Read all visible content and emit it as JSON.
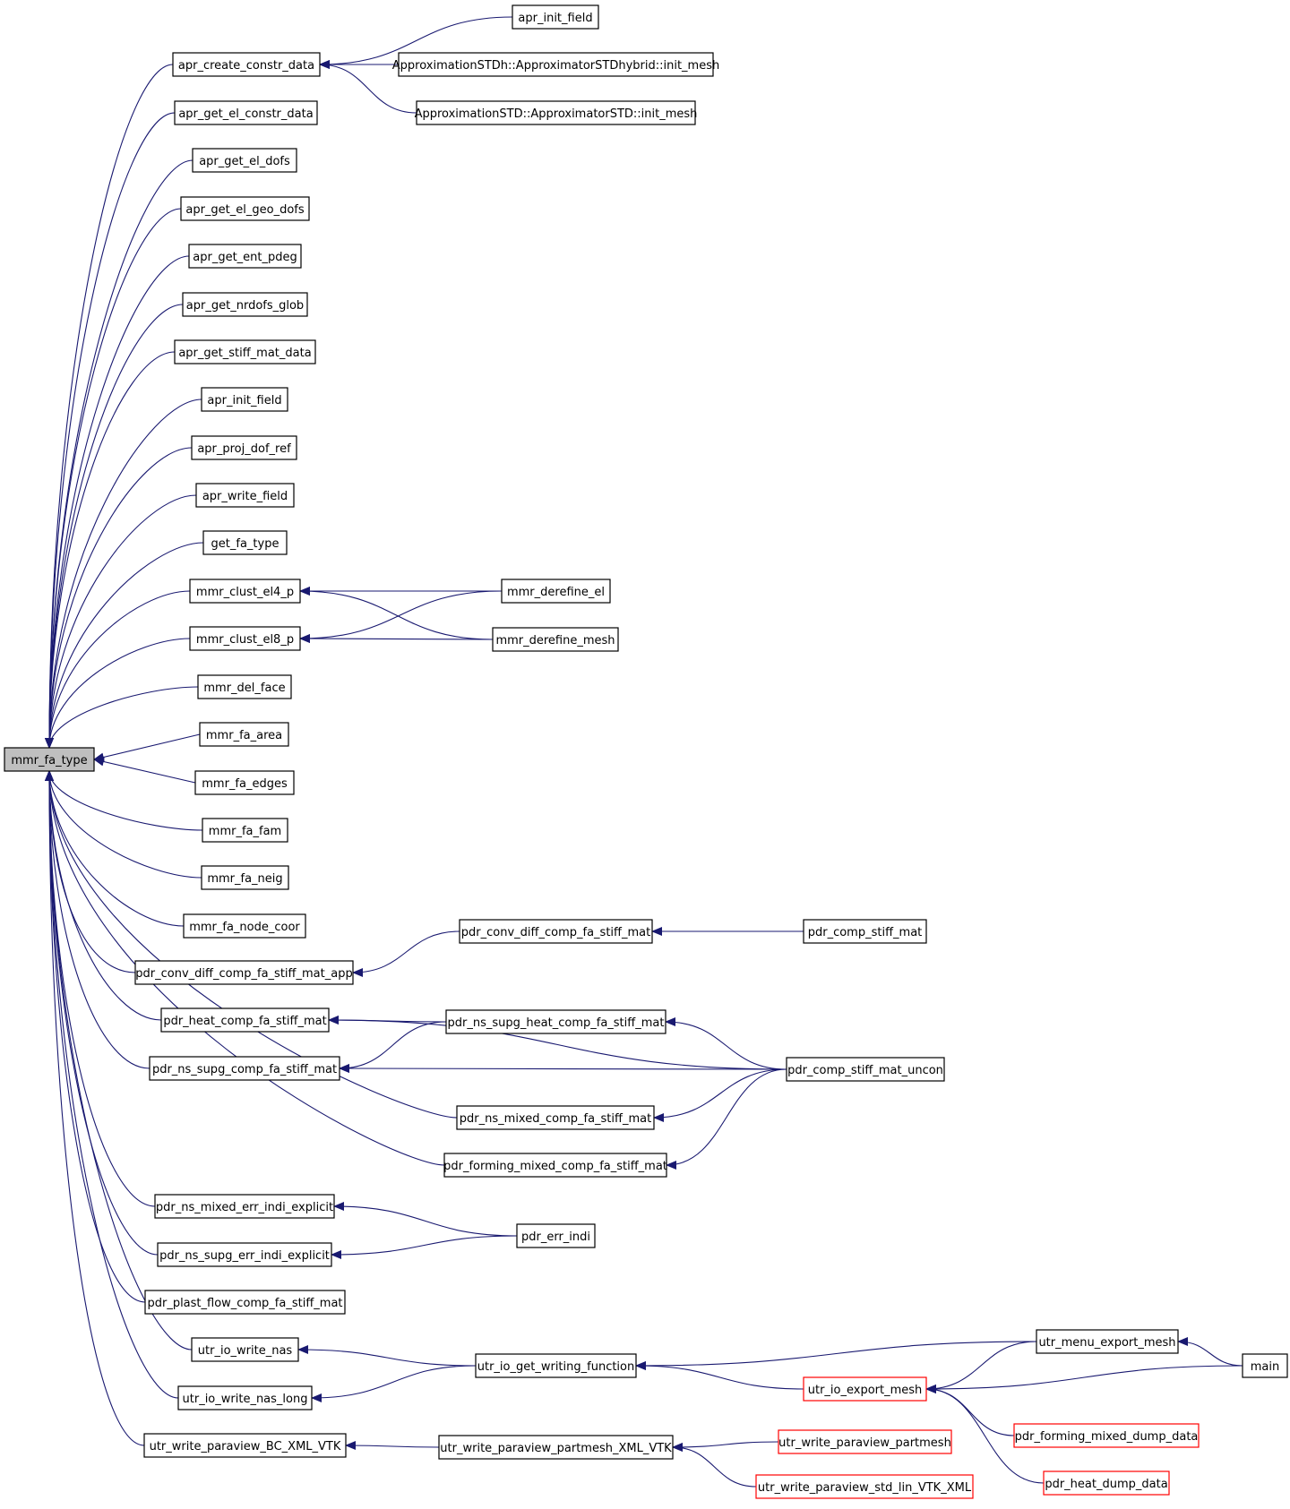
{
  "graph": {
    "root": "mmr_fa_type",
    "colors": {
      "edge": "#191970",
      "node_border": "#000000",
      "node_border_truncated": "#ff0000",
      "root_fill": "#bfbfbf",
      "node_fill": "#ffffff"
    },
    "nodes": [
      {
        "id": "mmr_fa_type",
        "label": "mmr_fa_type",
        "root": true
      },
      {
        "id": "apr_create_constr_data",
        "label": "apr_create_constr_data"
      },
      {
        "id": "apr_get_el_constr_data",
        "label": "apr_get_el_constr_data"
      },
      {
        "id": "apr_get_el_dofs",
        "label": "apr_get_el_dofs"
      },
      {
        "id": "apr_get_el_geo_dofs",
        "label": "apr_get_el_geo_dofs"
      },
      {
        "id": "apr_get_ent_pdeg",
        "label": "apr_get_ent_pdeg"
      },
      {
        "id": "apr_get_nrdofs_glob",
        "label": "apr_get_nrdofs_glob"
      },
      {
        "id": "apr_get_stiff_mat_data",
        "label": "apr_get_stiff_mat_data"
      },
      {
        "id": "apr_init_field",
        "label": "apr_init_field"
      },
      {
        "id": "apr_proj_dof_ref",
        "label": "apr_proj_dof_ref"
      },
      {
        "id": "apr_write_field",
        "label": "apr_write_field"
      },
      {
        "id": "get_fa_type",
        "label": "get_fa_type"
      },
      {
        "id": "mmr_clust_el4_p",
        "label": "mmr_clust_el4_p"
      },
      {
        "id": "mmr_clust_el8_p",
        "label": "mmr_clust_el8_p"
      },
      {
        "id": "mmr_del_face",
        "label": "mmr_del_face"
      },
      {
        "id": "mmr_fa_area",
        "label": "mmr_fa_area"
      },
      {
        "id": "mmr_fa_edges",
        "label": "mmr_fa_edges"
      },
      {
        "id": "mmr_fa_fam",
        "label": "mmr_fa_fam"
      },
      {
        "id": "mmr_fa_neig",
        "label": "mmr_fa_neig"
      },
      {
        "id": "mmr_fa_node_coor",
        "label": "mmr_fa_node_coor"
      },
      {
        "id": "pdr_conv_diff_comp_fa_stiff_mat_app",
        "label": "pdr_conv_diff_comp_fa_stiff_mat_app"
      },
      {
        "id": "pdr_heat_comp_fa_stiff_mat",
        "label": "pdr_heat_comp_fa_stiff_mat"
      },
      {
        "id": "pdr_ns_supg_comp_fa_stiff_mat",
        "label": "pdr_ns_supg_comp_fa_stiff_mat"
      },
      {
        "id": "pdr_ns_mixed_err_indi_explicit",
        "label": "pdr_ns_mixed_err_indi_explicit"
      },
      {
        "id": "pdr_ns_supg_err_indi_explicit",
        "label": "pdr_ns_supg_err_indi_explicit"
      },
      {
        "id": "pdr_plast_flow_comp_fa_stiff_mat",
        "label": "pdr_plast_flow_comp_fa_stiff_mat"
      },
      {
        "id": "utr_io_write_nas",
        "label": "utr_io_write_nas"
      },
      {
        "id": "utr_io_write_nas_long",
        "label": "utr_io_write_nas_long"
      },
      {
        "id": "utr_write_paraview_BC_XML_VTK",
        "label": "utr_write_paraview_BC_XML_VTK"
      },
      {
        "id": "apr_init_field_2",
        "label": "apr_init_field"
      },
      {
        "id": "ApproxSTDh_init_mesh",
        "label": "ApproximationSTDh::ApproximatorSTDhybrid::init_mesh"
      },
      {
        "id": "ApproxSTD_init_mesh",
        "label": "ApproximationSTD::ApproximatorSTD::init_mesh"
      },
      {
        "id": "mmr_derefine_el",
        "label": "mmr_derefine_el"
      },
      {
        "id": "mmr_derefine_mesh",
        "label": "mmr_derefine_mesh"
      },
      {
        "id": "pdr_conv_diff_comp_fa_stiff_mat",
        "label": "pdr_conv_diff_comp_fa_stiff_mat"
      },
      {
        "id": "pdr_ns_supg_heat_comp_fa_stiff_mat",
        "label": "pdr_ns_supg_heat_comp_fa_stiff_mat"
      },
      {
        "id": "pdr_ns_mixed_comp_fa_stiff_mat",
        "label": "pdr_ns_mixed_comp_fa_stiff_mat"
      },
      {
        "id": "pdr_forming_mixed_comp_fa_stiff_mat",
        "label": "pdr_forming_mixed_comp_fa_stiff_mat"
      },
      {
        "id": "pdr_err_indi",
        "label": "pdr_err_indi"
      },
      {
        "id": "utr_io_get_writing_function",
        "label": "utr_io_get_writing_function"
      },
      {
        "id": "utr_write_paraview_partmesh_XML_VTK",
        "label": "utr_write_paraview_partmesh_XML_VTK"
      },
      {
        "id": "pdr_comp_stiff_mat",
        "label": "pdr_comp_stiff_mat"
      },
      {
        "id": "pdr_comp_stiff_mat_uncon",
        "label": "pdr_comp_stiff_mat_uncon"
      },
      {
        "id": "utr_menu_export_mesh",
        "label": "utr_menu_export_mesh"
      },
      {
        "id": "utr_io_export_mesh",
        "label": "utr_io_export_mesh",
        "truncated": true
      },
      {
        "id": "utr_write_paraview_partmesh",
        "label": "utr_write_paraview_partmesh",
        "truncated": true
      },
      {
        "id": "utr_write_paraview_std_lin_VTK_XML",
        "label": "utr_write_paraview_std_lin_VTK_XML",
        "truncated": true
      },
      {
        "id": "main",
        "label": "main"
      },
      {
        "id": "pdr_forming_mixed_dump_data",
        "label": "pdr_forming_mixed_dump_data",
        "truncated": true
      },
      {
        "id": "pdr_heat_dump_data",
        "label": "pdr_heat_dump_data",
        "truncated": true
      }
    ],
    "edges": [
      {
        "from": "apr_create_constr_data",
        "to": "mmr_fa_type"
      },
      {
        "from": "apr_get_el_constr_data",
        "to": "mmr_fa_type"
      },
      {
        "from": "apr_get_el_dofs",
        "to": "mmr_fa_type"
      },
      {
        "from": "apr_get_el_geo_dofs",
        "to": "mmr_fa_type"
      },
      {
        "from": "apr_get_ent_pdeg",
        "to": "mmr_fa_type"
      },
      {
        "from": "apr_get_nrdofs_glob",
        "to": "mmr_fa_type"
      },
      {
        "from": "apr_get_stiff_mat_data",
        "to": "mmr_fa_type"
      },
      {
        "from": "apr_init_field",
        "to": "mmr_fa_type"
      },
      {
        "from": "apr_proj_dof_ref",
        "to": "mmr_fa_type"
      },
      {
        "from": "apr_write_field",
        "to": "mmr_fa_type"
      },
      {
        "from": "get_fa_type",
        "to": "mmr_fa_type"
      },
      {
        "from": "mmr_clust_el4_p",
        "to": "mmr_fa_type"
      },
      {
        "from": "mmr_clust_el8_p",
        "to": "mmr_fa_type"
      },
      {
        "from": "mmr_del_face",
        "to": "mmr_fa_type"
      },
      {
        "from": "mmr_fa_area",
        "to": "mmr_fa_type"
      },
      {
        "from": "mmr_fa_edges",
        "to": "mmr_fa_type"
      },
      {
        "from": "mmr_fa_fam",
        "to": "mmr_fa_type"
      },
      {
        "from": "mmr_fa_neig",
        "to": "mmr_fa_type"
      },
      {
        "from": "mmr_fa_node_coor",
        "to": "mmr_fa_type"
      },
      {
        "from": "pdr_conv_diff_comp_fa_stiff_mat_app",
        "to": "mmr_fa_type"
      },
      {
        "from": "pdr_heat_comp_fa_stiff_mat",
        "to": "mmr_fa_type"
      },
      {
        "from": "pdr_ns_supg_comp_fa_stiff_mat",
        "to": "mmr_fa_type"
      },
      {
        "from": "pdr_ns_mixed_comp_fa_stiff_mat",
        "to": "mmr_fa_type"
      },
      {
        "from": "pdr_forming_mixed_comp_fa_stiff_mat",
        "to": "mmr_fa_type"
      },
      {
        "from": "pdr_ns_mixed_err_indi_explicit",
        "to": "mmr_fa_type"
      },
      {
        "from": "pdr_ns_supg_err_indi_explicit",
        "to": "mmr_fa_type"
      },
      {
        "from": "pdr_plast_flow_comp_fa_stiff_mat",
        "to": "mmr_fa_type"
      },
      {
        "from": "utr_io_write_nas",
        "to": "mmr_fa_type"
      },
      {
        "from": "utr_io_write_nas_long",
        "to": "mmr_fa_type"
      },
      {
        "from": "utr_write_paraview_BC_XML_VTK",
        "to": "mmr_fa_type"
      },
      {
        "from": "apr_init_field_2",
        "to": "apr_create_constr_data"
      },
      {
        "from": "ApproxSTDh_init_mesh",
        "to": "apr_create_constr_data"
      },
      {
        "from": "ApproxSTD_init_mesh",
        "to": "apr_create_constr_data"
      },
      {
        "from": "mmr_derefine_el",
        "to": "mmr_clust_el4_p"
      },
      {
        "from": "mmr_derefine_mesh",
        "to": "mmr_clust_el4_p"
      },
      {
        "from": "mmr_derefine_el",
        "to": "mmr_clust_el8_p"
      },
      {
        "from": "mmr_derefine_mesh",
        "to": "mmr_clust_el8_p"
      },
      {
        "from": "pdr_conv_diff_comp_fa_stiff_mat",
        "to": "pdr_conv_diff_comp_fa_stiff_mat_app"
      },
      {
        "from": "pdr_comp_stiff_mat",
        "to": "pdr_conv_diff_comp_fa_stiff_mat"
      },
      {
        "from": "pdr_comp_stiff_mat_uncon",
        "to": "pdr_heat_comp_fa_stiff_mat"
      },
      {
        "from": "pdr_ns_supg_heat_comp_fa_stiff_mat",
        "to": "pdr_heat_comp_fa_stiff_mat"
      },
      {
        "from": "pdr_comp_stiff_mat_uncon",
        "to": "pdr_ns_supg_heat_comp_fa_stiff_mat"
      },
      {
        "from": "pdr_ns_supg_heat_comp_fa_stiff_mat",
        "to": "pdr_ns_supg_comp_fa_stiff_mat"
      },
      {
        "from": "pdr_comp_stiff_mat_uncon",
        "to": "pdr_ns_supg_comp_fa_stiff_mat"
      },
      {
        "from": "pdr_comp_stiff_mat_uncon",
        "to": "pdr_ns_mixed_comp_fa_stiff_mat"
      },
      {
        "from": "pdr_comp_stiff_mat_uncon",
        "to": "pdr_forming_mixed_comp_fa_stiff_mat"
      },
      {
        "from": "pdr_err_indi",
        "to": "pdr_ns_mixed_err_indi_explicit"
      },
      {
        "from": "pdr_err_indi",
        "to": "pdr_ns_supg_err_indi_explicit"
      },
      {
        "from": "utr_io_get_writing_function",
        "to": "utr_io_write_nas"
      },
      {
        "from": "utr_io_get_writing_function",
        "to": "utr_io_write_nas_long"
      },
      {
        "from": "utr_menu_export_mesh",
        "to": "utr_io_get_writing_function"
      },
      {
        "from": "utr_io_export_mesh",
        "to": "utr_io_get_writing_function"
      },
      {
        "from": "utr_menu_export_mesh",
        "to": "utr_io_export_mesh"
      },
      {
        "from": "main",
        "to": "utr_io_export_mesh"
      },
      {
        "from": "pdr_forming_mixed_dump_data",
        "to": "utr_io_export_mesh"
      },
      {
        "from": "pdr_heat_dump_data",
        "to": "utr_io_export_mesh"
      },
      {
        "from": "main",
        "to": "utr_menu_export_mesh"
      },
      {
        "from": "utr_write_paraview_partmesh_XML_VTK",
        "to": "utr_write_paraview_BC_XML_VTK"
      },
      {
        "from": "utr_write_paraview_partmesh",
        "to": "utr_write_paraview_partmesh_XML_VTK"
      },
      {
        "from": "utr_write_paraview_std_lin_VTK_XML",
        "to": "utr_write_paraview_partmesh_XML_VTK"
      }
    ]
  }
}
